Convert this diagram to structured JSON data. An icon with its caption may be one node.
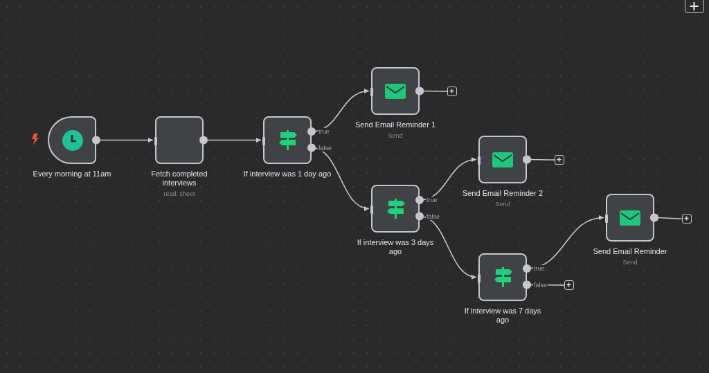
{
  "diagram": {
    "nodes": [
      {
        "text": [
          "Every morning at 11am"
        ]
      },
      {
        "text": [
          "Fetch completed interviews",
          "read: sheet"
        ]
      },
      {
        "text": [
          "If interview was 1 day ago"
        ]
      },
      {
        "text": [
          "Send Email Reminder 1",
          "Send"
        ]
      },
      {
        "text": [
          "If interview was 3 days ago"
        ]
      },
      {
        "text": [
          "Send Email Reminder 2",
          "Send"
        ]
      },
      {
        "text": [
          "If interview was 7 days ago"
        ]
      },
      {
        "text": [
          "Send Email Reminder",
          "Send"
        ]
      },
      {
        "text": [],
        "shape": "box"
      },
      {
        "text": [],
        "shape": "box"
      },
      {
        "text": [],
        "shape": "box"
      },
      {
        "text": [],
        "shape": "box"
      }
    ],
    "edges": [
      {
        "from": 0,
        "to": 1,
        "arrow": "to"
      },
      {
        "from": 1,
        "to": 2,
        "arrow": "to"
      },
      {
        "from": 2,
        "to": 3,
        "arrow": "to",
        "label": "true"
      },
      {
        "from": 2,
        "to": 4,
        "arrow": "to",
        "label": "false"
      },
      {
        "from": 3,
        "to": 8,
        "arrow": "other"
      },
      {
        "from": 4,
        "to": 5,
        "arrow": "to",
        "label": "true"
      },
      {
        "from": 4,
        "to": 6,
        "arrow": "to",
        "label": "false"
      },
      {
        "from": 5,
        "to": 9,
        "arrow": "other"
      },
      {
        "from": 6,
        "to": 7,
        "arrow": "to",
        "label": "true"
      },
      {
        "from": 6,
        "to": 11,
        "arrow": "other",
        "label": "false"
      },
      {
        "from": 7,
        "to": 10,
        "arrow": "other"
      }
    ]
  }
}
